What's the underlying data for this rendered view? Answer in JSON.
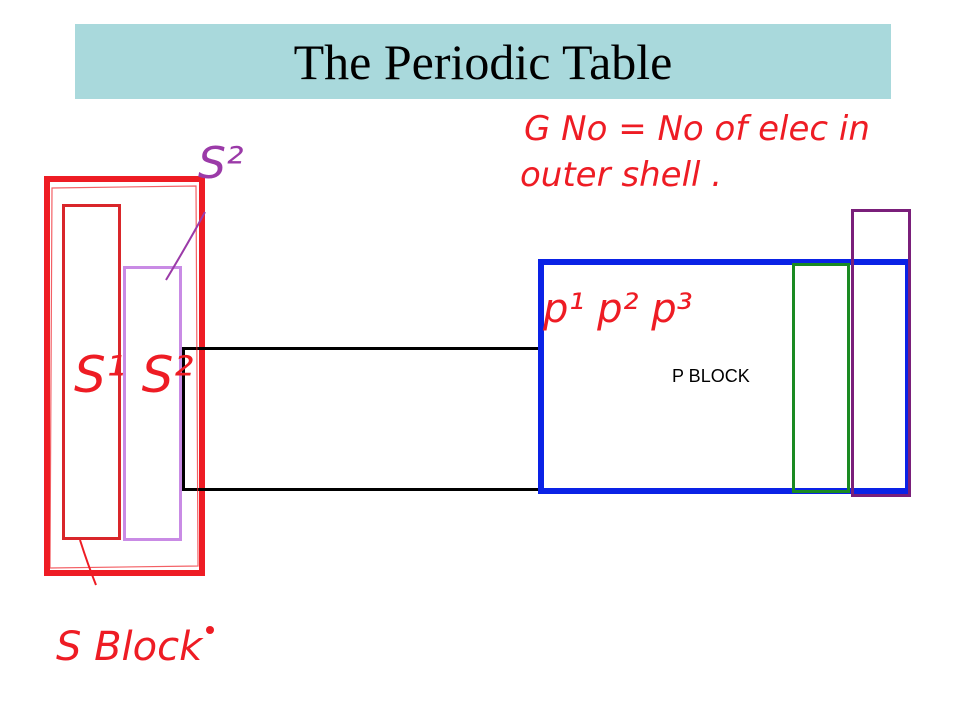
{
  "title": "The Periodic Table",
  "labels": {
    "p_block": "P BLOCK"
  },
  "annotations": {
    "s2_top": "S²",
    "s1_s2": "S¹ S²",
    "p_orbitals": "p¹ p² p³",
    "group_note_line1": "G No = No of elec in",
    "group_note_line2": "outer shell .",
    "s_block": "S Block"
  },
  "colors": {
    "title_bg": "#a9d9dc",
    "s_block": "#ee1c24",
    "s1": "#d9262a",
    "s2": "#c98be5",
    "p_block": "#0a22e6",
    "green_group": "#1a8a22",
    "purple_group": "#7a1f7a",
    "ink_red": "#ee1c24",
    "ink_purple": "#9b3aa8"
  }
}
